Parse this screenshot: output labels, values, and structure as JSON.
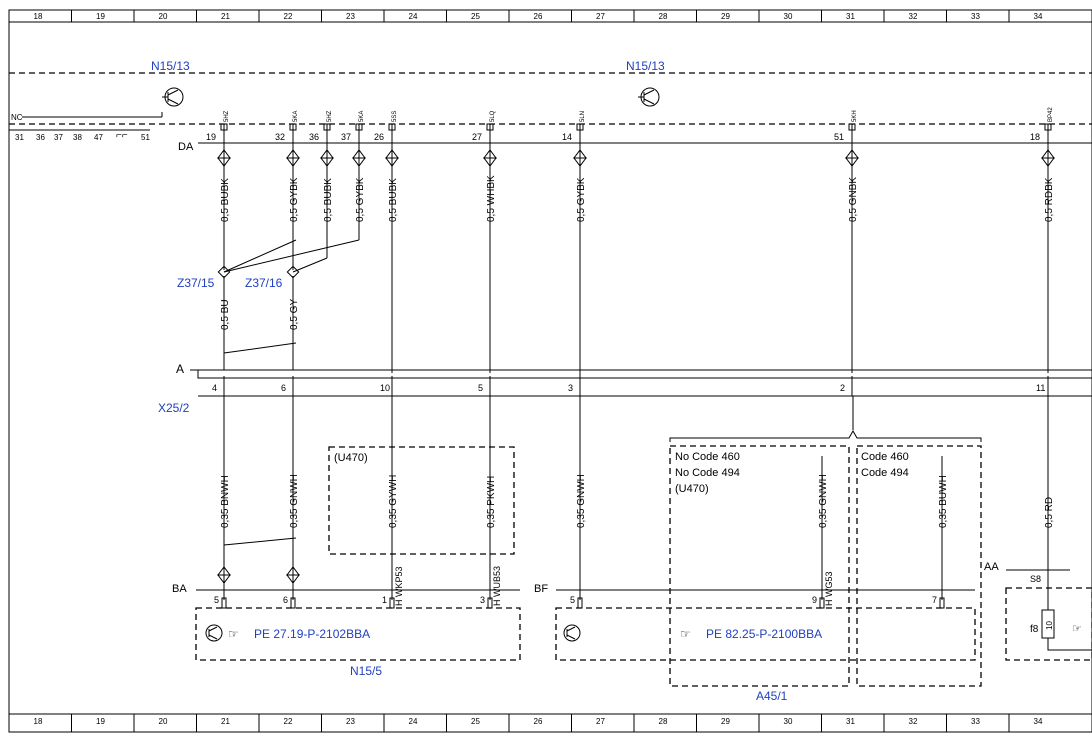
{
  "grid": {
    "columns": [
      "18",
      "19",
      "20",
      "21",
      "22",
      "23",
      "24",
      "25",
      "26",
      "27",
      "28",
      "29",
      "30",
      "31",
      "32",
      "33",
      "34"
    ]
  },
  "labels": {
    "n15_13_left": "N15/13",
    "n15_13_right": "N15/13",
    "nc": "NC",
    "da": "DA",
    "a": "A",
    "x25_2": "X25/2",
    "ba": "BA",
    "bf": "BF",
    "aa": "AA",
    "z37_15": "Z37/15",
    "z37_16": "Z37/16",
    "n15_5": "N15/5",
    "a45_1": "A45/1",
    "u470_mid": "(U470)",
    "u470_right": "(U470)",
    "no_code_460": "No Code 460",
    "no_code_494": "No Code 494",
    "code_460": "Code 460",
    "code_494": "Code 494",
    "pe_left": "PE 27.19-P-2102BBA",
    "pe_right": "PE 82.25-P-2100BBA",
    "s8": "S8",
    "f8": "f8",
    "f8_value": "10"
  },
  "top_left_pins": [
    "31",
    "36",
    "37",
    "38",
    "47",
    "51"
  ],
  "da_pins": [
    {
      "num": "19",
      "sig": "5HZ"
    },
    {
      "num": "32",
      "sig": "5KA"
    },
    {
      "num": "36",
      "sig": "5HZ"
    },
    {
      "num": "37",
      "sig": "5KA"
    },
    {
      "num": "26",
      "sig": "5SS"
    },
    {
      "num": "27",
      "sig": "5LQ"
    },
    {
      "num": "14",
      "sig": "5LN"
    },
    {
      "num": "51",
      "sig": "5KH"
    },
    {
      "num": "18",
      "sig": "BP42"
    }
  ],
  "upper_wires": [
    "0,5 BUBK",
    "0,5 GYBK",
    "0,5 BUBK",
    "0,5 GYBK",
    "0,5 BUBK",
    "0,5 WHBK",
    "0,5 GYBK",
    "0,5 GNBK",
    "0,5 RDBK"
  ],
  "twisted_wires": [
    "0,5 BU",
    "0,5 GY"
  ],
  "x25_pins": [
    "4",
    "6",
    "10",
    "5",
    "3",
    "2",
    "11"
  ],
  "lower_wires": [
    "0,35 BNWH",
    "0,35 GNWH",
    "0,35 GYWH",
    "0,35 PKWH",
    "0,35 GNWH",
    "0,35 GNWH",
    "0,35 BUWH",
    "0,5 RD"
  ],
  "splices": [
    "H WKP53",
    "H WUB53",
    "H WG53"
  ],
  "ba_pins": [
    "5",
    "6",
    "1",
    "3"
  ],
  "bf_pins": [
    "5",
    "9",
    "7"
  ]
}
